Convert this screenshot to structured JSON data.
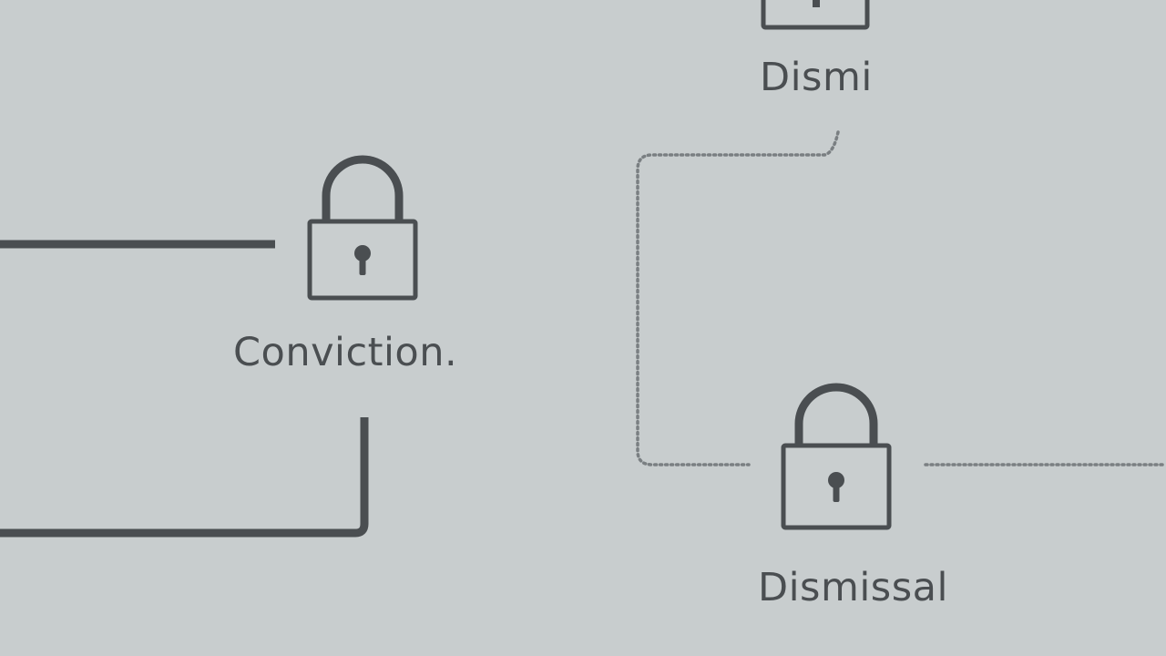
{
  "colors": {
    "background": "#c8cdce",
    "stroke": "#4a4e51",
    "lock_fill": "#c9cecf",
    "dotted": "#7a7f82"
  },
  "nodes": [
    {
      "id": "conviction",
      "label": "Conviction.",
      "icon": "padlock-icon"
    },
    {
      "id": "dismissal",
      "label": "Dismissal",
      "icon": "padlock-icon"
    },
    {
      "id": "dismissal-top-partial",
      "label": "Dismi",
      "icon": "padlock-icon"
    }
  ],
  "connectors": [
    {
      "style": "solid",
      "description": "horizontal line into conviction lock"
    },
    {
      "style": "solid",
      "description": "elbow line below conviction"
    },
    {
      "style": "dotted",
      "description": "dotted loop from top node to dismissal"
    },
    {
      "style": "dotted",
      "description": "dotted line leaving dismissal to the right"
    }
  ]
}
